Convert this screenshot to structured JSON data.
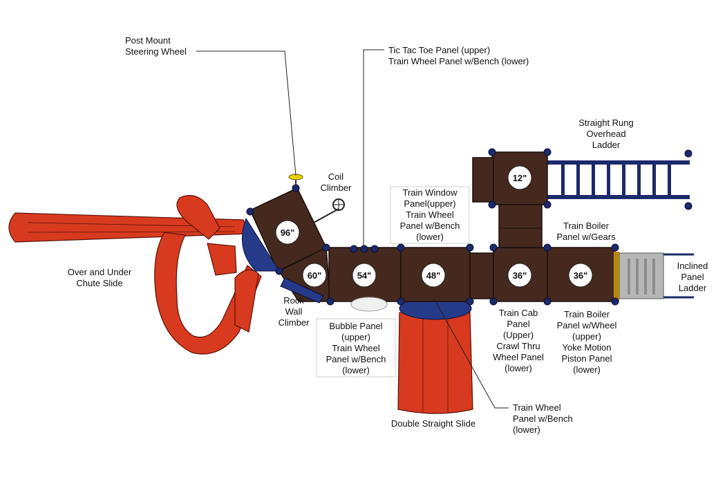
{
  "labels": {
    "steering_wheel": [
      "Post Mount",
      "Steering Wheel"
    ],
    "tic_tac_toe": [
      "Tic Tac Toe Panel (upper)",
      "Train Wheel Panel w/Bench (lower)"
    ],
    "straight_rung": [
      "Straight Rung",
      "Overhead",
      "Ladder"
    ],
    "coil_climber": [
      "Coil",
      "Climber"
    ],
    "train_window": [
      "Train Window",
      "Panel(upper)",
      "Train Wheel",
      "Panel w/Bench",
      "(lower)"
    ],
    "train_boiler_gears": [
      "Train Boiler",
      "Panel w/Gears"
    ],
    "chute_slide": [
      "Over and Under",
      "Chute Slide"
    ],
    "inclined_ladder": [
      "Inclined",
      "Panel",
      "Ladder"
    ],
    "rock_wall": [
      "Rock",
      "Wall",
      "Climber"
    ],
    "bubble_panel": [
      "Bubble Panel",
      "(upper)",
      "Train Wheel",
      "Panel w/Bench",
      "(lower)"
    ],
    "train_cab": [
      "Train Cab",
      "Panel",
      "(Upper)",
      "Crawl Thru",
      "Wheel Panel",
      "(lower)"
    ],
    "train_boiler_wheel": [
      "Train Boiler",
      "Panel w/Wheel",
      "(upper)",
      "Yoke Motion",
      "Piston Panel",
      "(lower)"
    ],
    "train_wheel_bench": [
      "Train Wheel",
      "Panel w/Bench",
      "(lower)"
    ],
    "double_slide": [
      "Double Straight Slide"
    ]
  },
  "platforms": {
    "p96": "96\"",
    "p60": "60\"",
    "p54": "54\"",
    "p48": "48\"",
    "p36a": "36\"",
    "p36b": "36\"",
    "p12": "12\""
  },
  "colors": {
    "deck": "#45291e",
    "slide": "#d83a1f",
    "post": "#1c2a6b",
    "ladder_gray": "#b7b7b7"
  }
}
